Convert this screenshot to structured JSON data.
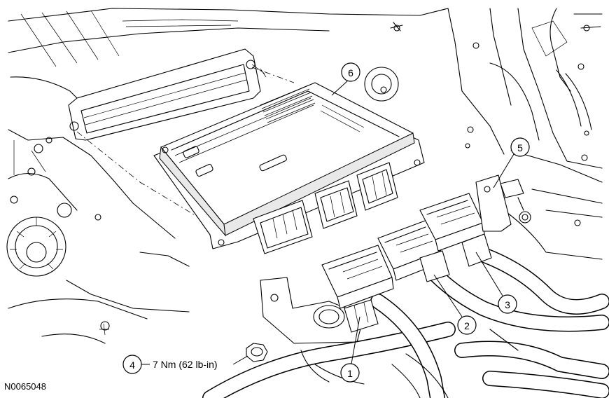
{
  "figure_id": "N0065048",
  "callouts": [
    {
      "num": "1"
    },
    {
      "num": "2"
    },
    {
      "num": "3"
    },
    {
      "num": "4",
      "spec": "7 Nm (62 lb-in)"
    },
    {
      "num": "5"
    },
    {
      "num": "6"
    }
  ]
}
